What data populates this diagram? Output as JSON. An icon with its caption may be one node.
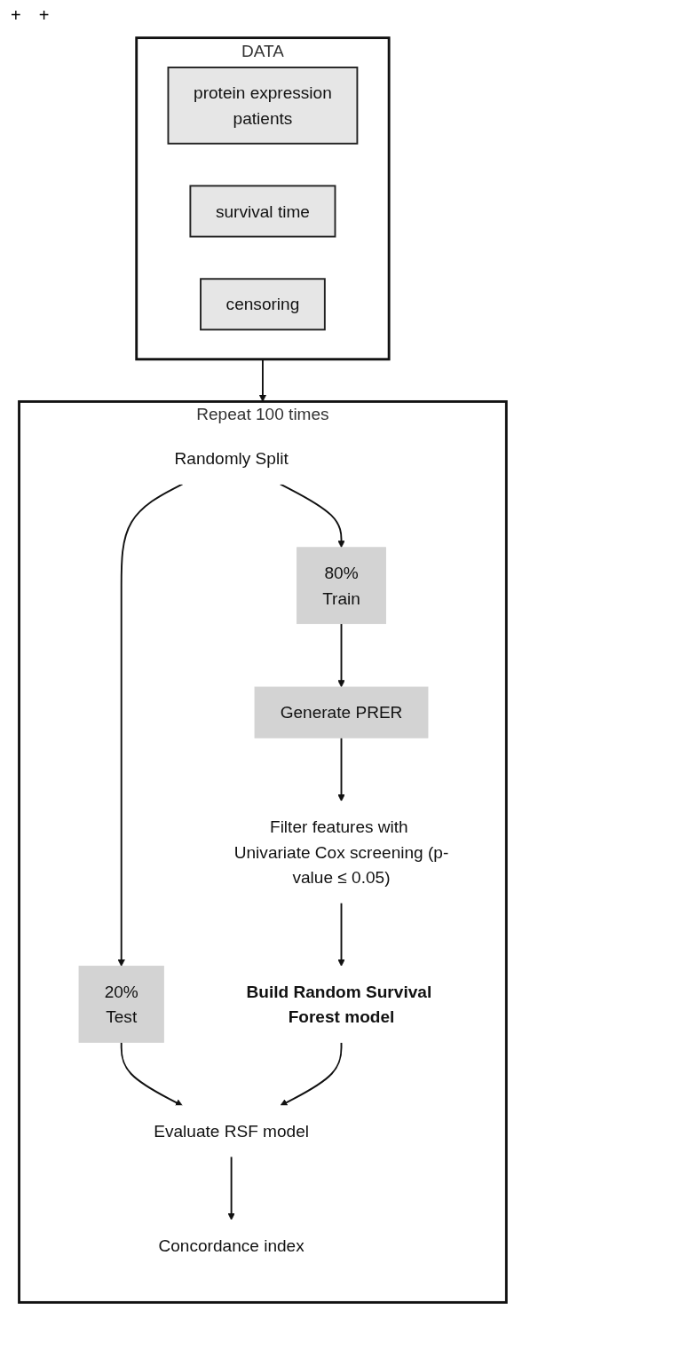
{
  "diagram": {
    "nodes": [
      {
        "text": [
          "DATA"
        ]
      },
      {
        "text": [
          "protein expression",
          "patients"
        ],
        "in": 0
      },
      {
        "text": [
          "survival time"
        ],
        "in": 0
      },
      {
        "text": [
          "censoring"
        ],
        "in": 0
      },
      {
        "text": [
          "Repeat 100 times"
        ]
      },
      {
        "text": [
          "Randomly Split"
        ],
        "in": 4
      },
      {
        "text": [
          "80%",
          "Train"
        ],
        "in": 4
      },
      {
        "text": [
          "20%",
          "Test"
        ],
        "in": 4
      },
      {
        "text": [
          "Generate PRER"
        ],
        "in": 4
      },
      {
        "text": [
          "Filter features with Univariate Cox screening (p-value ≤ 0.05)"
        ],
        "in": 4
      },
      {
        "text": [
          "Build Random Survival Forest model"
        ],
        "in": 4
      },
      {
        "text": [
          "Evaluate RSF model"
        ],
        "in": 4
      },
      {
        "text": [
          "Concordance index"
        ],
        "in": 4
      }
    ],
    "edges": [
      {
        "from": 0,
        "to": 4,
        "arrow": "to"
      },
      {
        "from": 5,
        "to": 6,
        "arrow": "to"
      },
      {
        "from": 5,
        "to": 7,
        "arrow": "to"
      },
      {
        "from": 6,
        "to": 8,
        "arrow": "to"
      },
      {
        "from": 8,
        "to": 9,
        "arrow": "to"
      },
      {
        "from": 9,
        "to": 10,
        "arrow": "to"
      },
      {
        "from": 7,
        "to": 11,
        "arrow": "to"
      },
      {
        "from": 10,
        "to": 11,
        "arrow": "to"
      },
      {
        "from": 11,
        "to": 12,
        "arrow": "to"
      }
    ],
    "labels": [
      "+",
      "+"
    ]
  }
}
